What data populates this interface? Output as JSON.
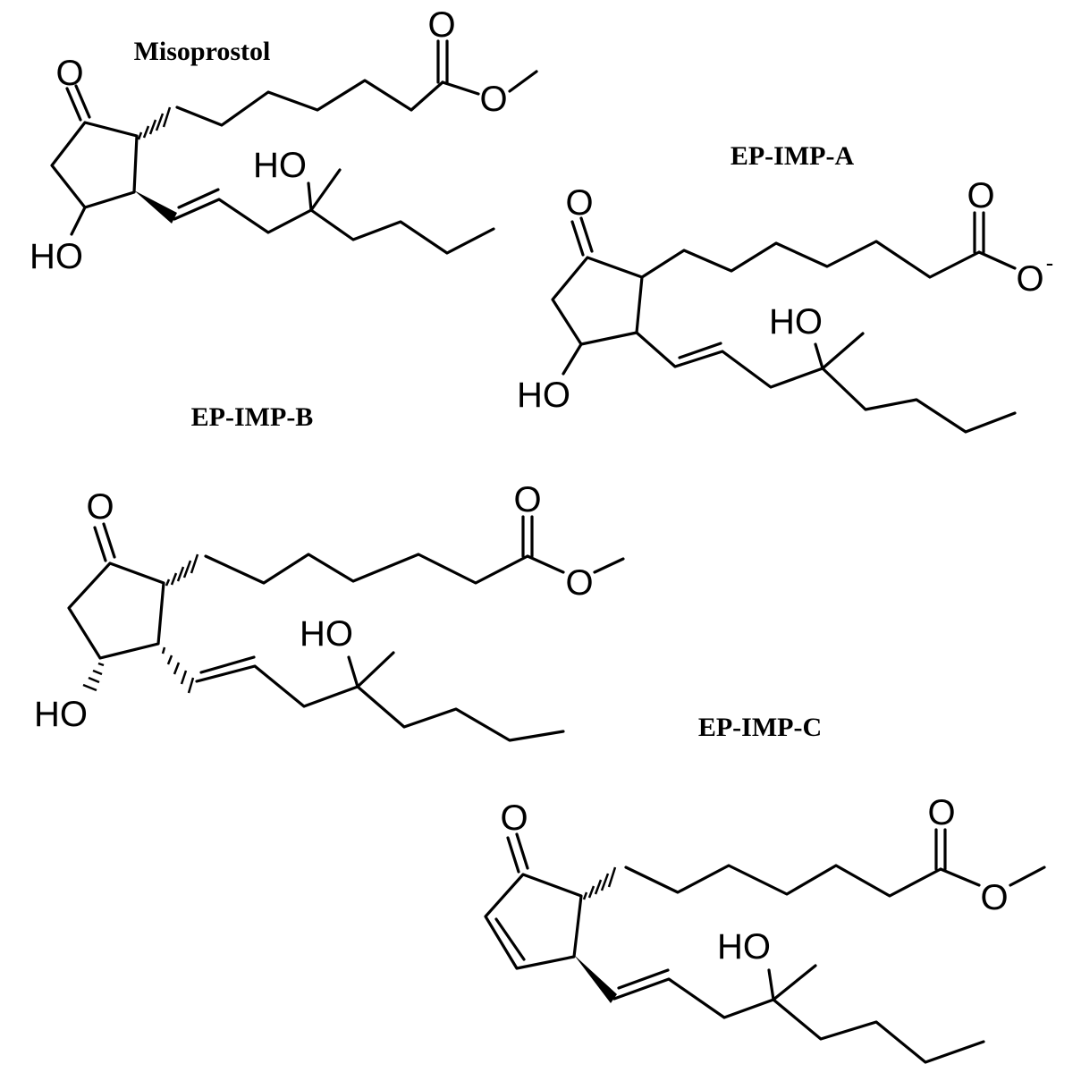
{
  "molecules": {
    "misoprostol": {
      "title": "Misoprostol",
      "ketone_o": "O",
      "ring_ho": "HO",
      "chain_ho": "HO",
      "ester_carbonyl_o": "O",
      "ester_o": "O"
    },
    "ep_imp_a": {
      "title": "EP-IMP-A",
      "ketone_o": "O",
      "ring_ho": "HO",
      "chain_ho": "HO",
      "carbonyl_o": "O",
      "carboxylate_o": "O",
      "charge": "-"
    },
    "ep_imp_b": {
      "title": "EP-IMP-B",
      "ketone_o": "O",
      "ring_ho": "HO",
      "chain_ho": "HO",
      "ester_carbonyl_o": "O",
      "ester_o": "O"
    },
    "ep_imp_c": {
      "title": "EP-IMP-C",
      "ketone_o": "O",
      "chain_ho": "HO",
      "ester_carbonyl_o": "O",
      "ester_o": "O"
    }
  },
  "colors": {
    "ink": "#000000",
    "background": "#ffffff"
  }
}
